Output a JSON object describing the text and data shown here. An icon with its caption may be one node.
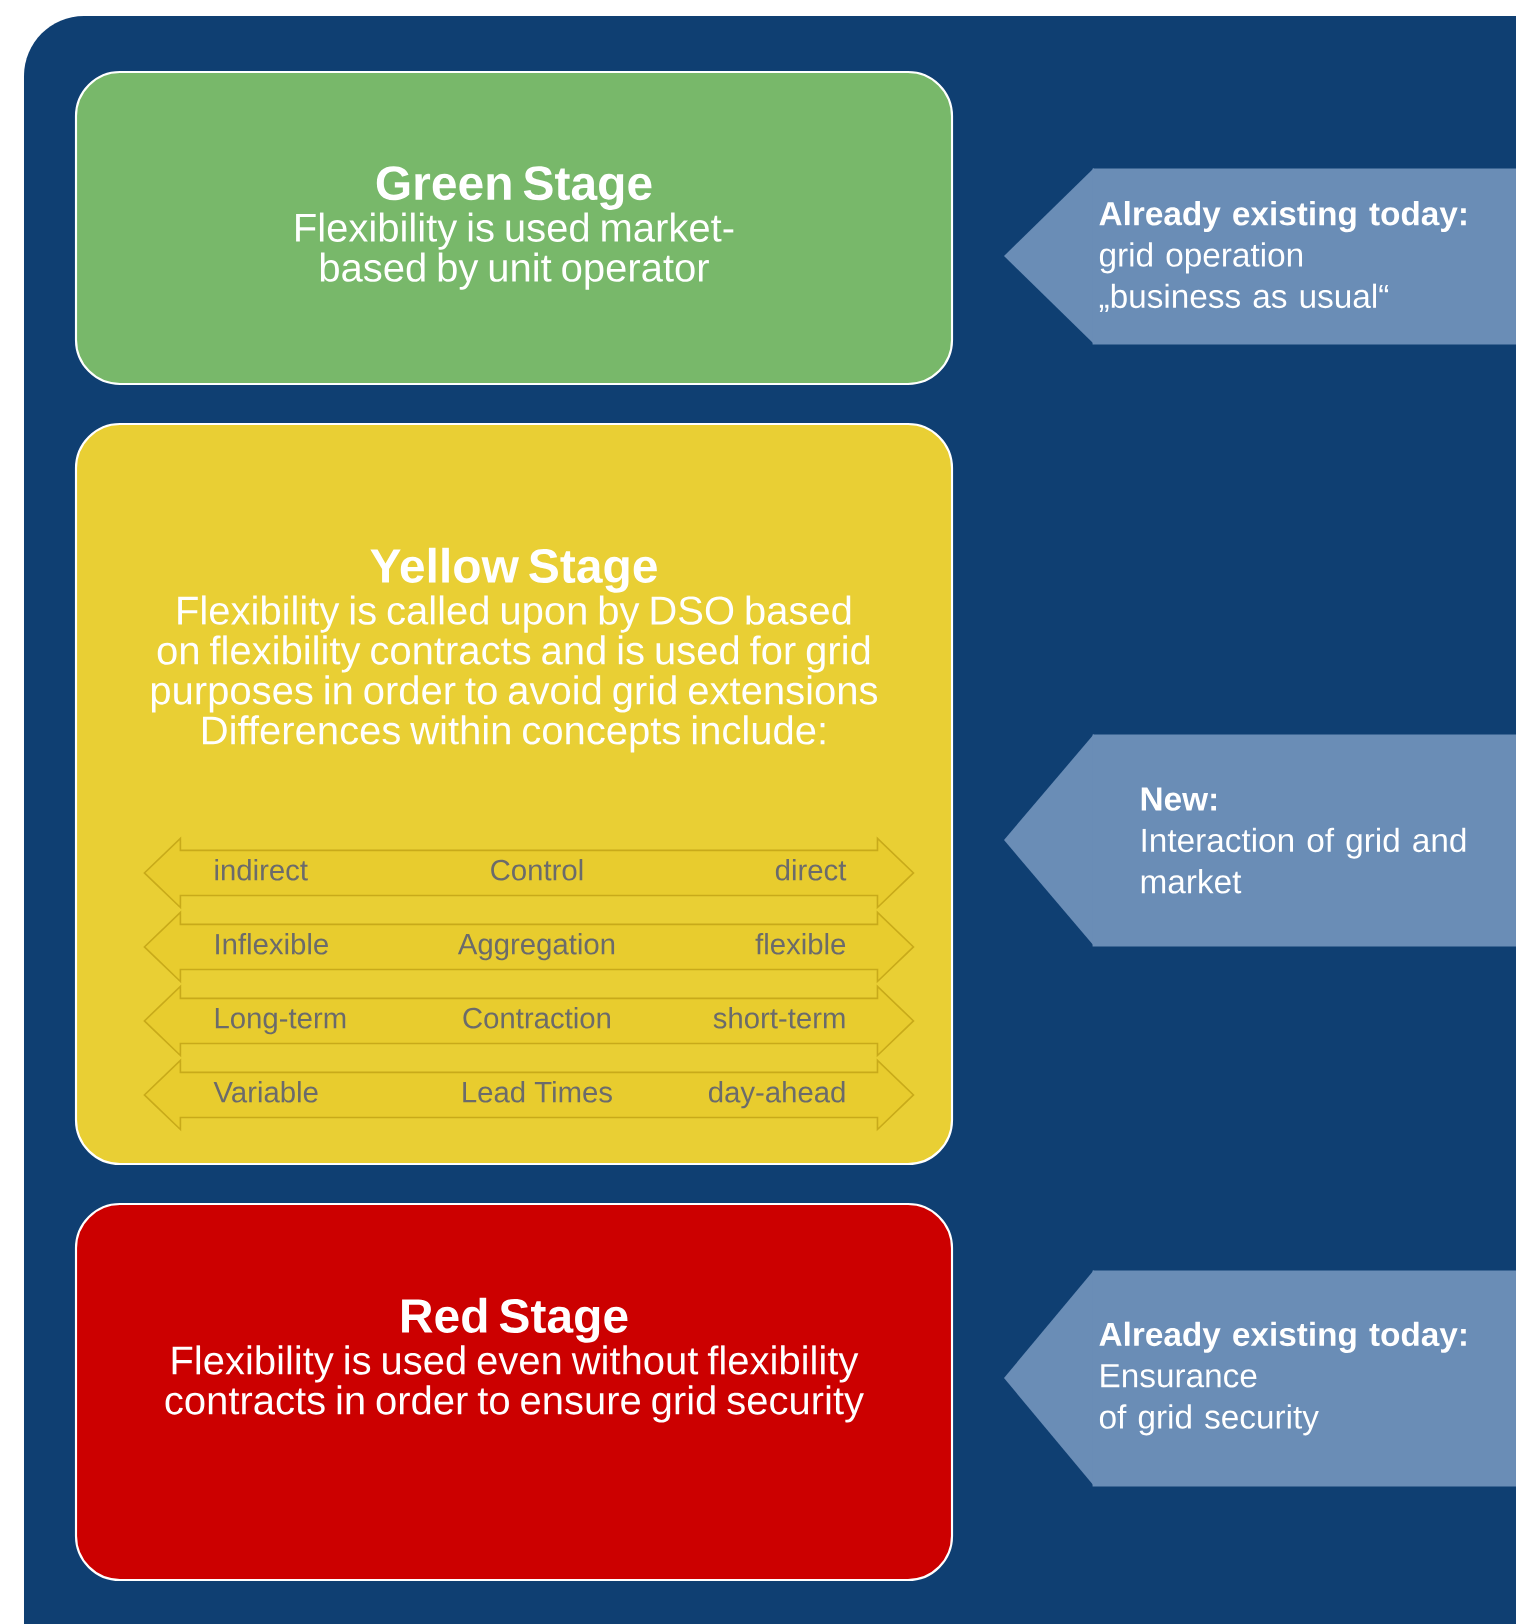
{
  "diagram": {
    "nodes": [
      {
        "text": [
          "Green Stage",
          "Flexibility is used market-based by unit operator"
        ]
      },
      {
        "text": [
          "Already existing today:",
          "grid operation",
          "„business as usual“"
        ]
      },
      {
        "text": [
          "Yellow Stage",
          "Flexibility is called upon by DSO based on flexibility contracts and is used for grid purposes in order to avoid grid extensions",
          "Differences within concepts include:"
        ]
      },
      {
        "text": [
          "indirect",
          "Control",
          "direct"
        ],
        "in": 2
      },
      {
        "text": [
          "Inflexible",
          "Aggregation",
          "flexible"
        ],
        "in": 2
      },
      {
        "text": [
          "Long-term",
          "Contraction",
          "short-term"
        ],
        "in": 2
      },
      {
        "text": [
          "Variable",
          "Lead Times",
          "day-ahead"
        ],
        "in": 2
      },
      {
        "text": [
          "New:",
          "Interaction of grid and market"
        ]
      },
      {
        "text": [
          "Red Stage",
          "Flexibility is used even without flexibility contracts in order to ensure grid security"
        ]
      },
      {
        "text": [
          "Already existing today:",
          "Ensurance",
          "of grid security"
        ]
      }
    ]
  }
}
